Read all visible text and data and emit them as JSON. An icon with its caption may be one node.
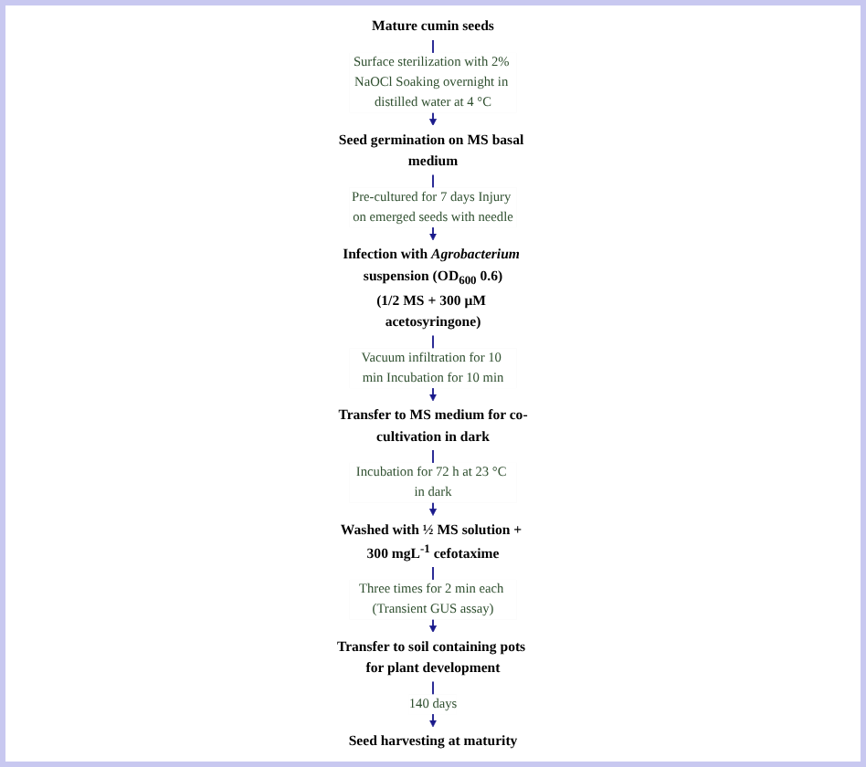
{
  "diagram": {
    "nodes": [
      {
        "text": [
          "Mature cumin seeds"
        ]
      },
      {
        "text": [
          "Seed germination on MS basal medium"
        ]
      },
      {
        "text": [
          "Infection with *Agrobacterium* suspension (OD$_{600}$ 0.6)",
          "(1/2 MS + 300 μM acetosyringone)"
        ]
      },
      {
        "text": [
          "Transfer to MS medium for co-cultivation in dark"
        ]
      },
      {
        "text": [
          "Washed with ½ MS solution + 300 mgL$^{-1}$ cefotaxime"
        ]
      },
      {
        "text": [
          "Transfer to soil containing pots for plant development"
        ]
      },
      {
        "text": [
          "Seed harvesting at maturity"
        ]
      }
    ],
    "edges": [
      {
        "from": 0,
        "to": 1,
        "arrow": "to",
        "label": "Surface sterilization with 2% NaOCl Soaking overnight in distilled water at 4 °C"
      },
      {
        "from": 1,
        "to": 2,
        "arrow": "to",
        "label": "Pre-cultured for 7 days Injury on emerged seeds with needle"
      },
      {
        "from": 2,
        "to": 3,
        "arrow": "to",
        "label": "Vacuum infiltration for 10 min Incubation for 10 min"
      },
      {
        "from": 3,
        "to": 4,
        "arrow": "to",
        "label": "Incubation for 72 h at 23 °C in dark"
      },
      {
        "from": 4,
        "to": 5,
        "arrow": "to",
        "label": "Three times for 2 min each (Transient GUS assay)"
      },
      {
        "from": 5,
        "to": 6,
        "arrow": "to",
        "label": "140 days"
      }
    ]
  }
}
